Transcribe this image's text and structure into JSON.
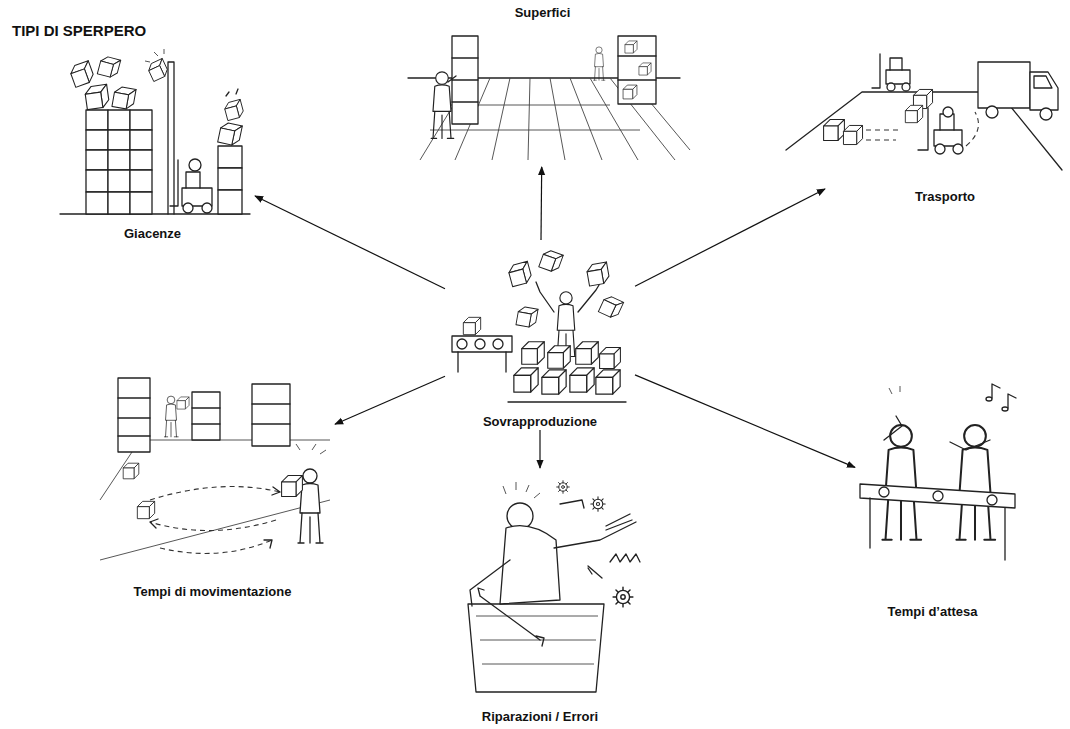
{
  "diagram": {
    "title": "TIPI DI SPERPERO",
    "nodes": [
      {
        "text": [
          "Superfici"
        ]
      },
      {
        "text": [
          "Giacenze"
        ]
      },
      {
        "text": [
          "Trasporto"
        ]
      },
      {
        "text": [
          "Sovrapproduzione"
        ]
      },
      {
        "text": [
          "Tempi di movimentazione"
        ]
      },
      {
        "text": [
          "Tempi d’attesa"
        ]
      },
      {
        "text": [
          "Riparazioni / Errori"
        ]
      }
    ],
    "edges": [
      {
        "from": 3,
        "to": 0,
        "arrow": "to"
      },
      {
        "from": 3,
        "to": 1,
        "arrow": "to"
      },
      {
        "from": 3,
        "to": 2,
        "arrow": "to"
      },
      {
        "from": 3,
        "to": 4,
        "arrow": "to"
      },
      {
        "from": 3,
        "to": 5,
        "arrow": "to"
      },
      {
        "from": 3,
        "to": 6,
        "arrow": "to"
      }
    ]
  }
}
